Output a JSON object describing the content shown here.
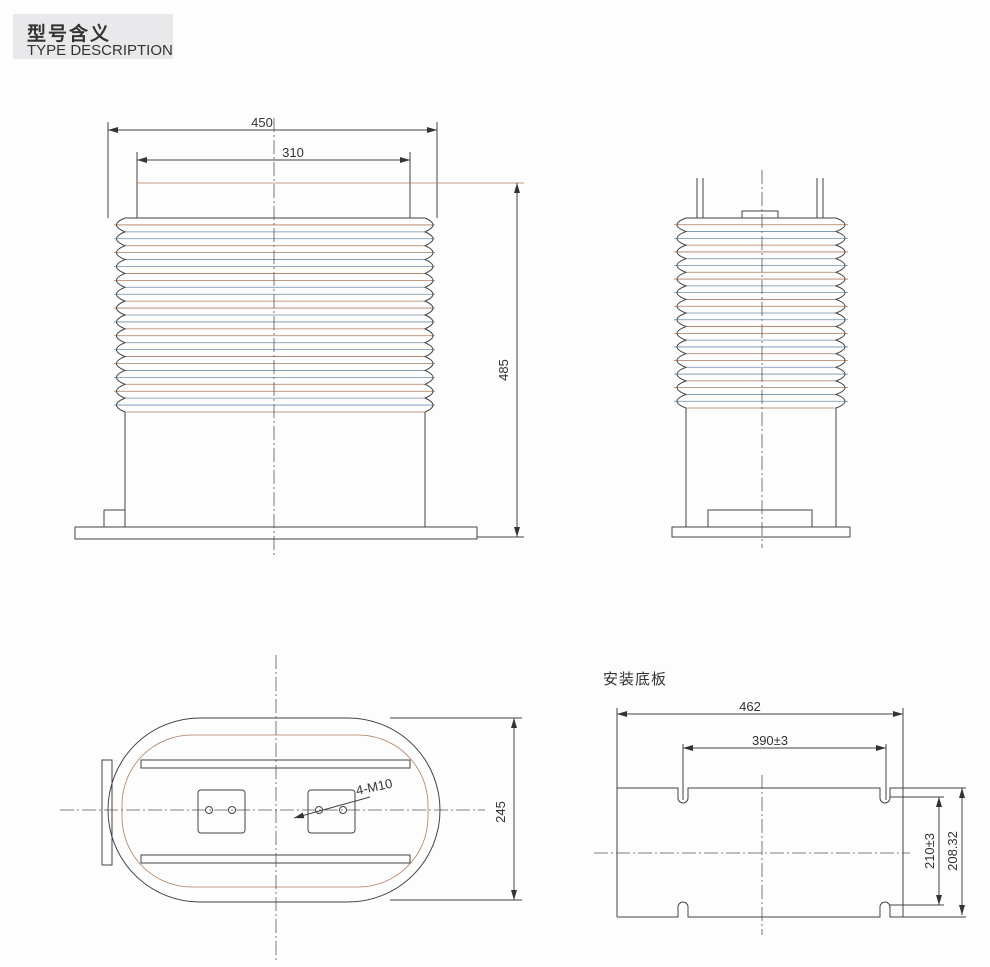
{
  "header": {
    "title_cn": "型号含义",
    "title_en": "TYPE DESCRIPTION"
  },
  "front_view": {
    "dim_overall_width": "450",
    "dim_top_width": "310",
    "dim_height": "485"
  },
  "top_view": {
    "dim_depth": "245",
    "thread_label": "4-M10"
  },
  "mounting_plate": {
    "title": "安装底板",
    "dim_width": "462",
    "dim_slot_spacing": "390±3",
    "dim_slot_depth": "210±3",
    "dim_height": "208.32"
  }
}
